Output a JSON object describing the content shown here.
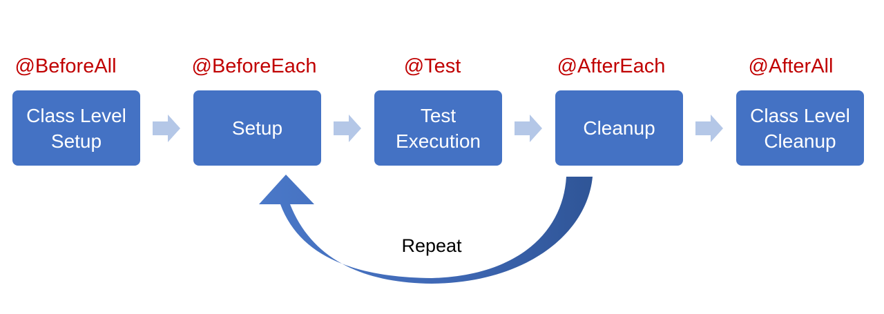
{
  "colors": {
    "box_fill": "#4472c4",
    "annotation_text": "#c00000",
    "step_arrow": "#b4c7e7",
    "repeat_arrow": "#3f68b5"
  },
  "stages": [
    {
      "annotation": "@BeforeAll",
      "label": "Class Level\nSetup"
    },
    {
      "annotation": "@BeforeEach",
      "label": "Setup"
    },
    {
      "annotation": "@Test",
      "label": "Test\nExecution"
    },
    {
      "annotation": "@AfterEach",
      "label": "Cleanup"
    },
    {
      "annotation": "@AfterAll",
      "label": "Class Level\nCleanup"
    }
  ],
  "repeat": {
    "label": "Repeat",
    "icon": "curved-return-arrow-icon"
  }
}
